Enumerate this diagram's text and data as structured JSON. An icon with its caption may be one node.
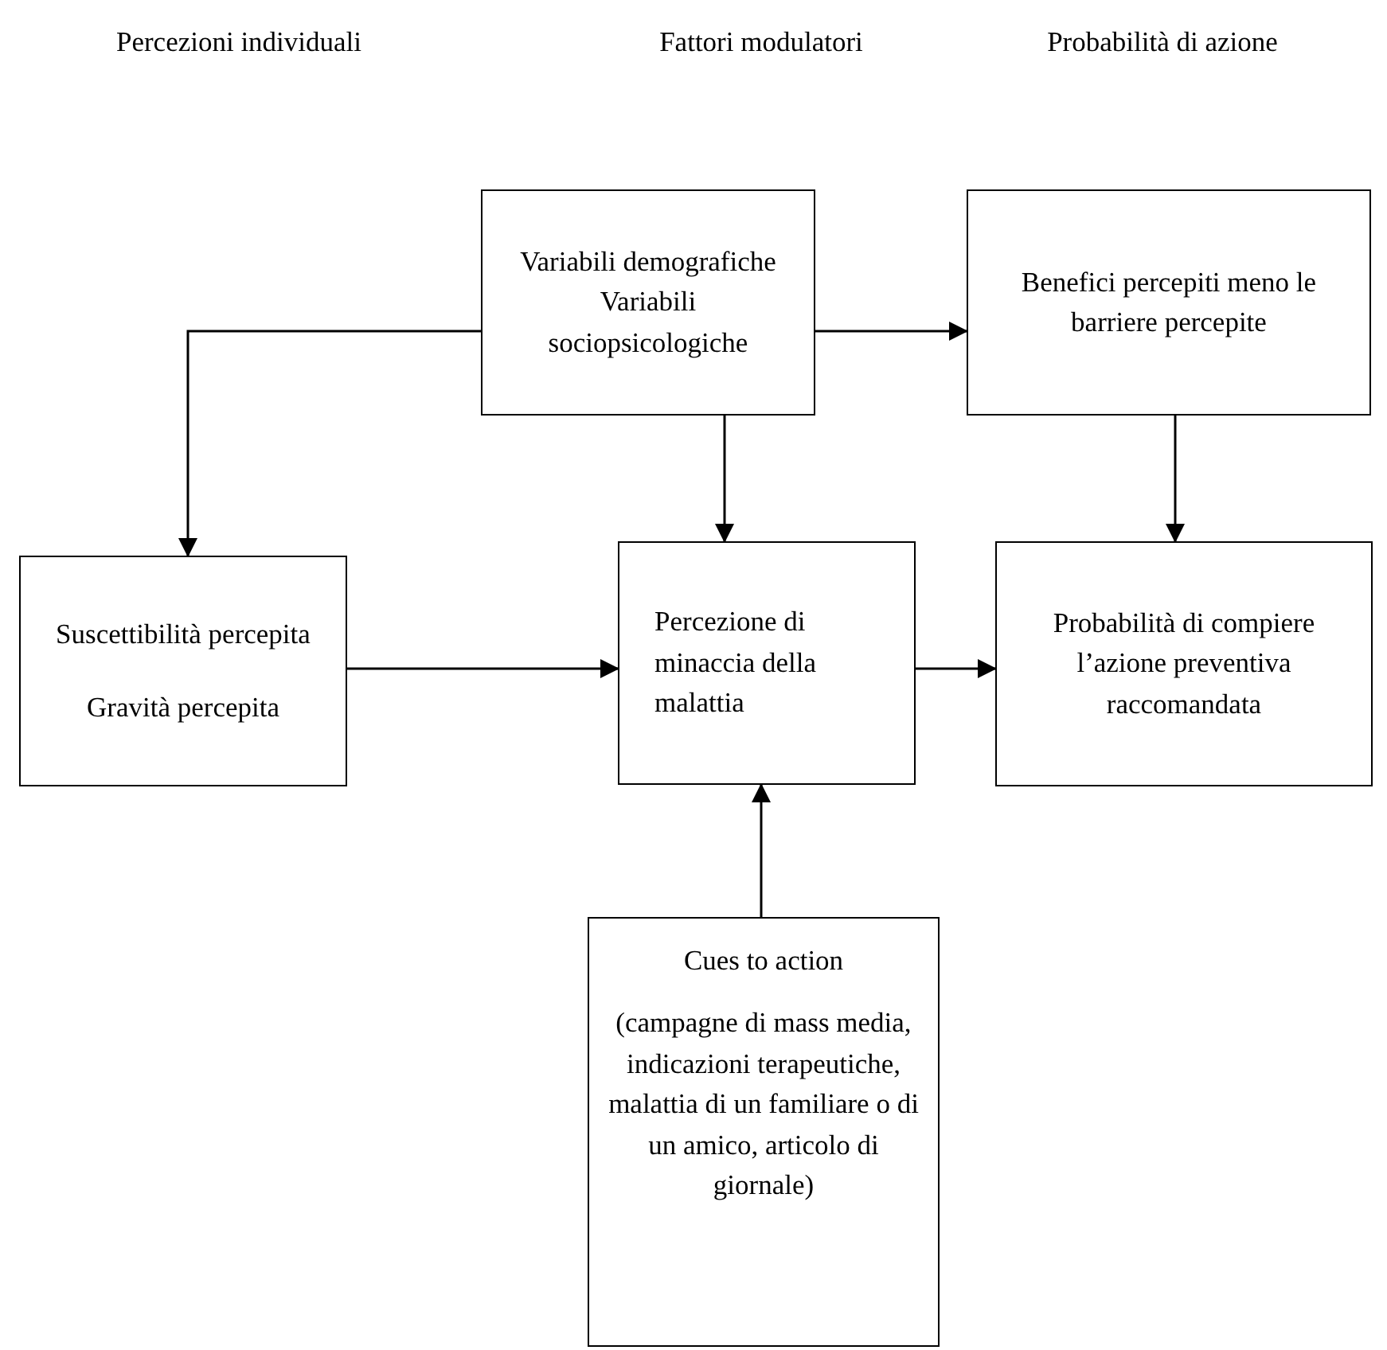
{
  "diagram": {
    "nodes": [
      {
        "text": [
          "Variabili demografiche",
          "Variabili sociopsicologiche"
        ]
      },
      {
        "text": [
          "Benefici percepiti meno le barriere percepite"
        ]
      },
      {
        "text": [
          "Suscettibilità percepita",
          "Gravità percepita"
        ]
      },
      {
        "text": [
          "Percezione di minaccia della malattia"
        ]
      },
      {
        "text": [
          "Probabilità di compiere l’azione preventiva raccomandata"
        ]
      },
      {
        "text": [
          "Cues to action",
          "(campagne di mass media, indicazioni terapeutiche, malattia di un familiare o di un amico, articolo di giornale)"
        ]
      }
    ],
    "edges": [
      {
        "from": 0,
        "to": 2,
        "arrow": "to"
      },
      {
        "from": 0,
        "to": 1,
        "arrow": "to"
      },
      {
        "from": 0,
        "to": 3,
        "arrow": "to"
      },
      {
        "from": 1,
        "to": 4,
        "arrow": "to"
      },
      {
        "from": 2,
        "to": 3,
        "arrow": "to"
      },
      {
        "from": 3,
        "to": 4,
        "arrow": "to"
      },
      {
        "from": 5,
        "to": 3,
        "arrow": "to"
      }
    ],
    "labels": [
      "Percezioni individuali",
      "Fattori modulatori",
      "Probabilità di azione"
    ]
  }
}
